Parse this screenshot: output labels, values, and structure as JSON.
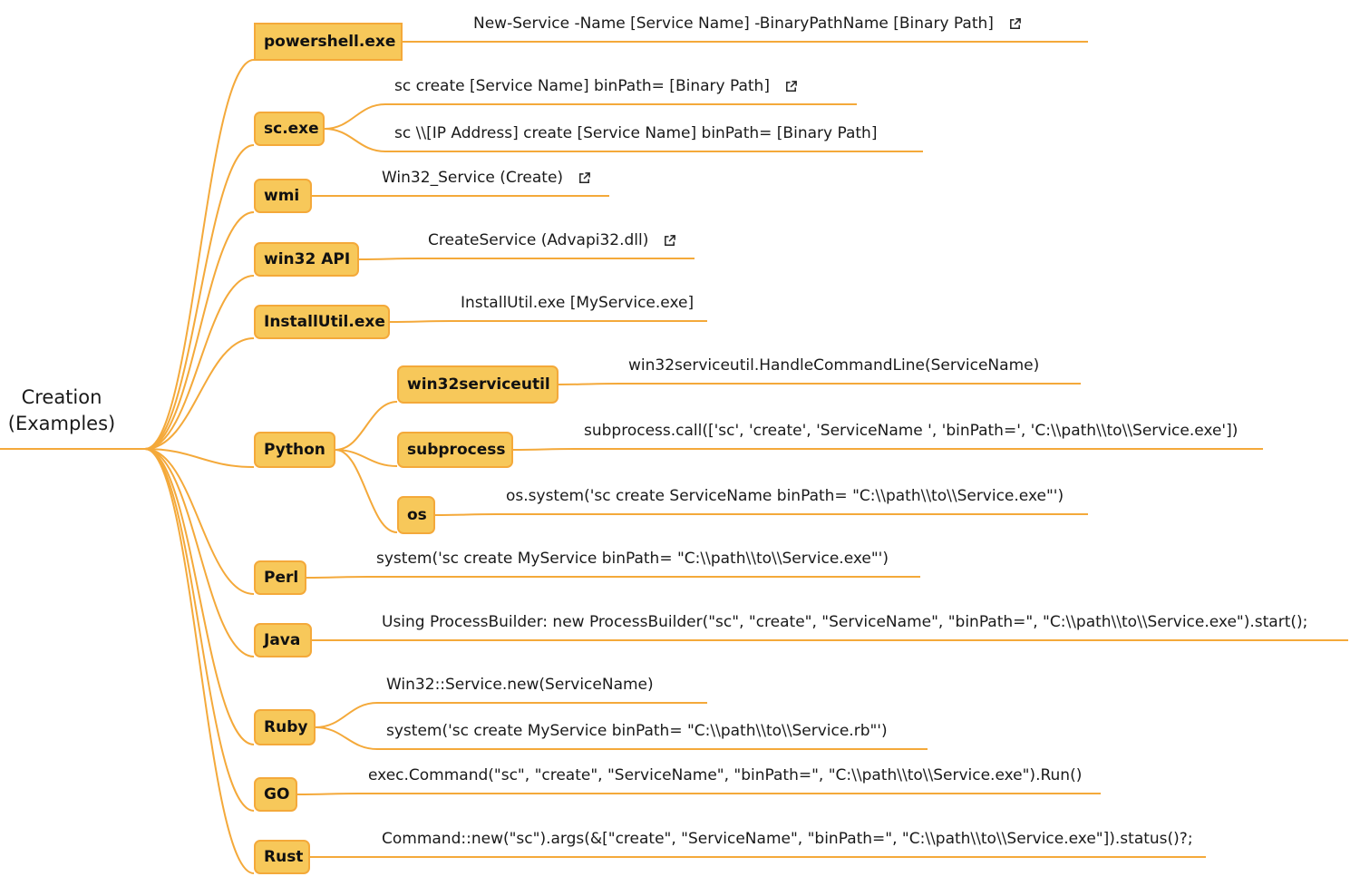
{
  "root": {
    "title": "Creation",
    "subtitle": "(Examples)"
  },
  "colors": {
    "line": "#f4a93a",
    "node_fill": "#f7c85a",
    "node_border": "#f4a93a"
  },
  "branches": [
    {
      "label": "powershell.exe",
      "leaves": [
        {
          "text": "New-Service -Name [Service Name] -BinaryPathName [Binary Path]",
          "link": true
        }
      ]
    },
    {
      "label": "sc.exe",
      "leaves": [
        {
          "text": "sc create [Service Name] binPath= [Binary Path]",
          "link": true
        },
        {
          "text": "sc \\\\[IP Address] create [Service Name] binPath= [Binary Path]",
          "link": false
        }
      ]
    },
    {
      "label": "wmi",
      "leaves": [
        {
          "text": "Win32_Service (Create)",
          "link": true
        }
      ]
    },
    {
      "label": "win32 API",
      "leaves": [
        {
          "text": "CreateService (Advapi32.dll)",
          "link": true
        }
      ]
    },
    {
      "label": "InstallUtil.exe",
      "leaves": [
        {
          "text": "InstallUtil.exe [MyService.exe]",
          "link": false
        }
      ]
    },
    {
      "label": "Python",
      "children": [
        {
          "label": "win32serviceutil",
          "leaves": [
            {
              "text": "win32serviceutil.HandleCommandLine(ServiceName)",
              "link": false
            }
          ]
        },
        {
          "label": "subprocess",
          "leaves": [
            {
              "text": "subprocess.call(['sc', 'create', 'ServiceName ', 'binPath=', 'C:\\\\path\\\\to\\\\Service.exe'])",
              "link": false
            }
          ]
        },
        {
          "label": "os",
          "leaves": [
            {
              "text": "os.system('sc create ServiceName binPath= \"C:\\\\path\\\\to\\\\Service.exe\"')",
              "link": false
            }
          ]
        }
      ]
    },
    {
      "label": "Perl",
      "leaves": [
        {
          "text": "system('sc create MyService binPath= \"C:\\\\path\\\\to\\\\Service.exe\"')",
          "link": false
        }
      ]
    },
    {
      "label": "Java",
      "leaves": [
        {
          "text": "Using ProcessBuilder: new ProcessBuilder(\"sc\", \"create\", \"ServiceName\", \"binPath=\", \"C:\\\\path\\\\to\\\\Service.exe\").start();",
          "link": false
        }
      ]
    },
    {
      "label": "Ruby",
      "leaves": [
        {
          "text": "Win32::Service.new(ServiceName)",
          "link": false
        },
        {
          "text": "system('sc create MyService binPath= \"C:\\\\path\\\\to\\\\Service.rb\"')",
          "link": false
        }
      ]
    },
    {
      "label": "GO",
      "leaves": [
        {
          "text": "exec.Command(\"sc\", \"create\", \"ServiceName\", \"binPath=\", \"C:\\\\path\\\\to\\\\Service.exe\").Run()",
          "link": false
        }
      ]
    },
    {
      "label": "Rust",
      "leaves": [
        {
          "text": "Command::new(\"sc\").args(&[\"create\", \"ServiceName\", \"binPath=\", \"C:\\\\path\\\\to\\\\Service.exe\"]).status()?;",
          "link": false
        }
      ]
    }
  ]
}
